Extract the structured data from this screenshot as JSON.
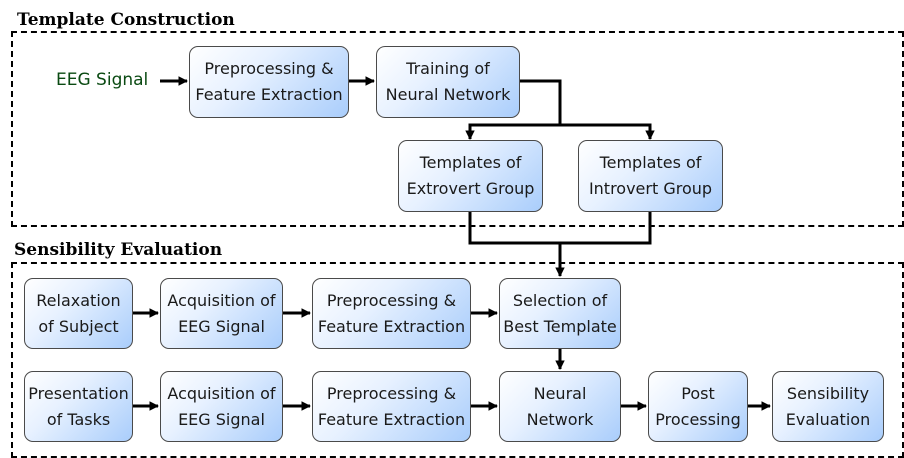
{
  "sections": {
    "template_construction": {
      "title": "Template Construction"
    },
    "sensibility_evaluation": {
      "title": "Sensibility  Evaluation"
    }
  },
  "input_label": "EEG Signal",
  "template_nodes": {
    "preprocessing": [
      "Preprocessing &",
      "Feature Extraction"
    ],
    "training": [
      "Training of",
      "Neural Network"
    ],
    "extrovert": [
      "Templates of",
      "Extrovert Group"
    ],
    "introvert": [
      "Templates of",
      "Introvert Group"
    ]
  },
  "evaluation_row1": {
    "relaxation": [
      "Relaxation",
      "of Subject"
    ],
    "acquisition": [
      "Acquisition of",
      "EEG Signal"
    ],
    "preprocessing": [
      "Preprocessing &",
      "Feature Extraction"
    ],
    "selection": [
      "Selection of",
      "Best Template"
    ]
  },
  "evaluation_row2": {
    "presentation": [
      "Presentation",
      "of Tasks"
    ],
    "acquisition": [
      "Acquisition of",
      "EEG Signal"
    ],
    "preprocessing": [
      "Preprocessing &",
      "Feature Extraction"
    ],
    "neural_network": [
      "Neural",
      "Network"
    ],
    "post_processing": [
      "Post",
      "Processing"
    ],
    "sensibility_evaluation": [
      "Sensibility",
      "Evaluation"
    ]
  },
  "colors": {
    "box_gradient_light": "#ffffff",
    "box_gradient_dark": "#a9cdfb",
    "box_border": "#4a4a4a",
    "connector": "#000000",
    "input_label": "#0a4a12"
  }
}
